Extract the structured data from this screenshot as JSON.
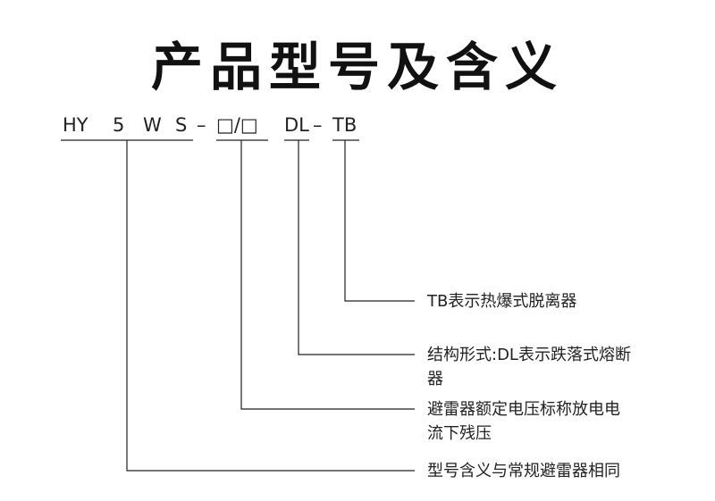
{
  "title": "产品型号及含义",
  "model_code": {
    "hy": "HY",
    "rated_current": "5",
    "w": "W",
    "s": "S",
    "dash1": "–",
    "voltage": "□/□",
    "dl": "DL",
    "dash2": "–",
    "tb": "TB"
  },
  "descriptions": {
    "tb": [
      "TB表示热爆式脱离器"
    ],
    "dl": [
      "结构形式:DL表示跌落式熔断",
      "器"
    ],
    "voltage": [
      "避雷器额定电压标称放电电",
      "流下残压"
    ],
    "model": [
      "型号含义与常规避雷器相同"
    ]
  },
  "colors": {
    "line": "#222222",
    "text": "#222222"
  }
}
